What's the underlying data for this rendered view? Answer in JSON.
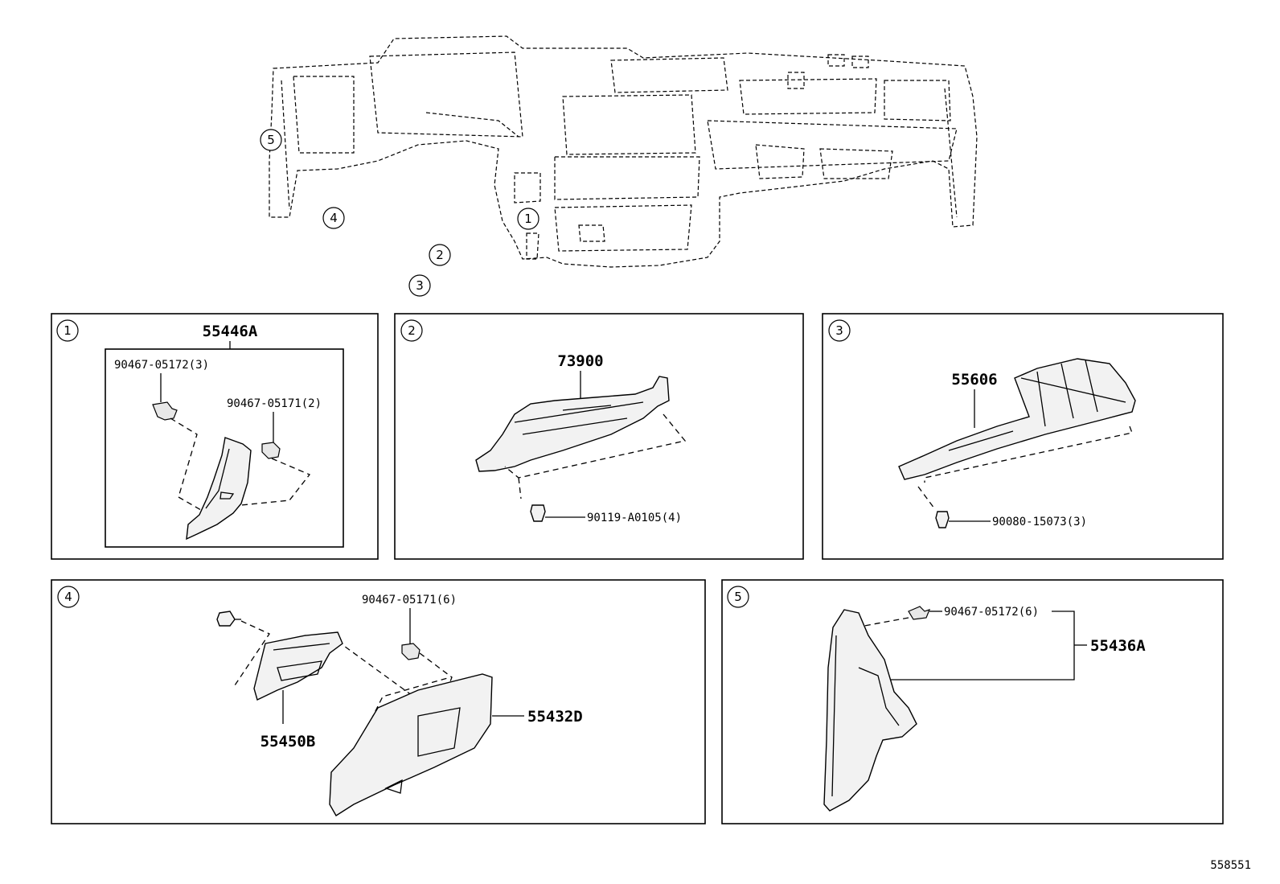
{
  "callouts": {
    "overview": [
      "5",
      "4",
      "1",
      "2",
      "3"
    ],
    "panel1": "1",
    "panel2": "2",
    "panel3": "3",
    "panel4": "4",
    "panel5": "5"
  },
  "panel1": {
    "assembly": "55446A",
    "clip_a": "90467-05172(3)",
    "clip_b": "90467-05171(2)"
  },
  "panel2": {
    "part": "73900",
    "screw": "90119-A0105(4)"
  },
  "panel3": {
    "part": "55606",
    "screw": "90080-15073(3)"
  },
  "panel4": {
    "clip": "90467-05171(6)",
    "part_small": "55450B",
    "part_large": "55432D"
  },
  "panel5": {
    "clip": "90467-05172(6)",
    "assembly": "55436A"
  },
  "diagram_ref": "558551"
}
